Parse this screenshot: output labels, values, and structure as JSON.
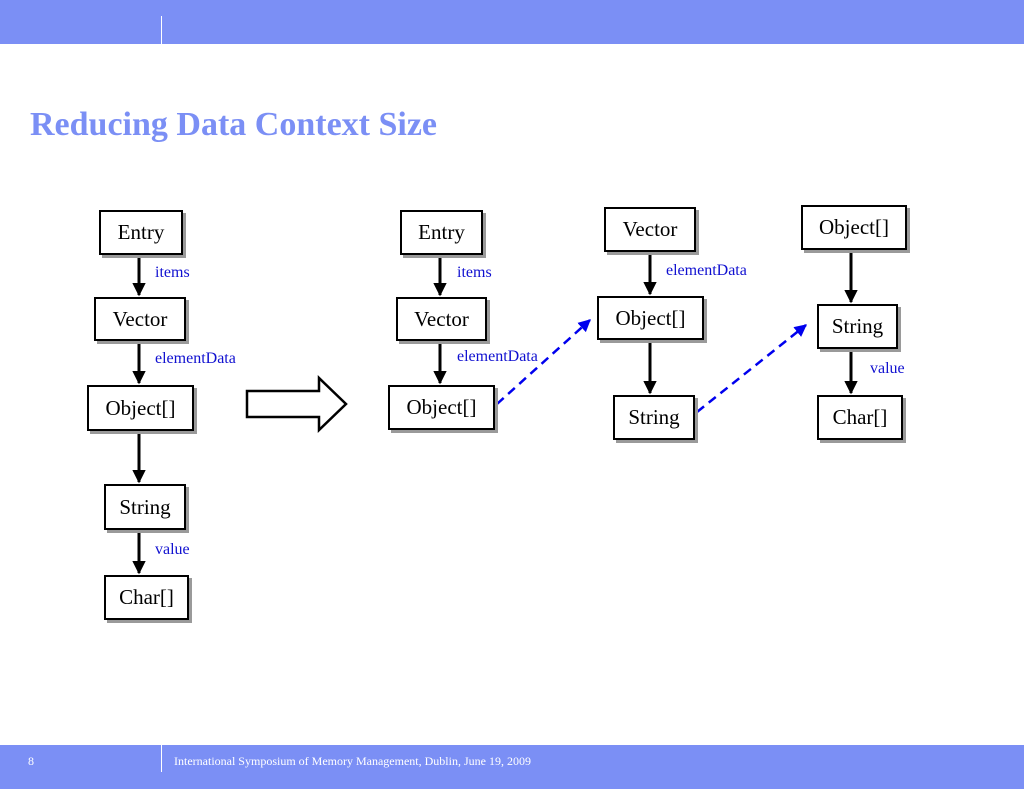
{
  "slide": {
    "title": "Reducing Data Context Size",
    "page_number": "8",
    "footer": "International Symposium of Memory Management, Dublin, June 19, 2009"
  },
  "diagram": {
    "before": {
      "nodes": [
        "Entry",
        "Vector",
        "Object[]",
        "String",
        "Char[]"
      ],
      "edges": [
        "items",
        "elementData",
        "value"
      ]
    },
    "after": {
      "chain1": {
        "nodes": [
          "Entry",
          "Vector",
          "Object[]"
        ],
        "edges": [
          "items",
          "elementData"
        ]
      },
      "chain2": {
        "nodes": [
          "Vector",
          "Object[]",
          "String"
        ],
        "edges": [
          "elementData"
        ]
      },
      "chain3": {
        "nodes": [
          "Object[]",
          "String",
          "Char[]"
        ],
        "edges": [
          "value"
        ]
      }
    },
    "colors": {
      "accent": "#7b8ff5",
      "link": "#1010d0",
      "dashed": "#0000ee"
    }
  }
}
